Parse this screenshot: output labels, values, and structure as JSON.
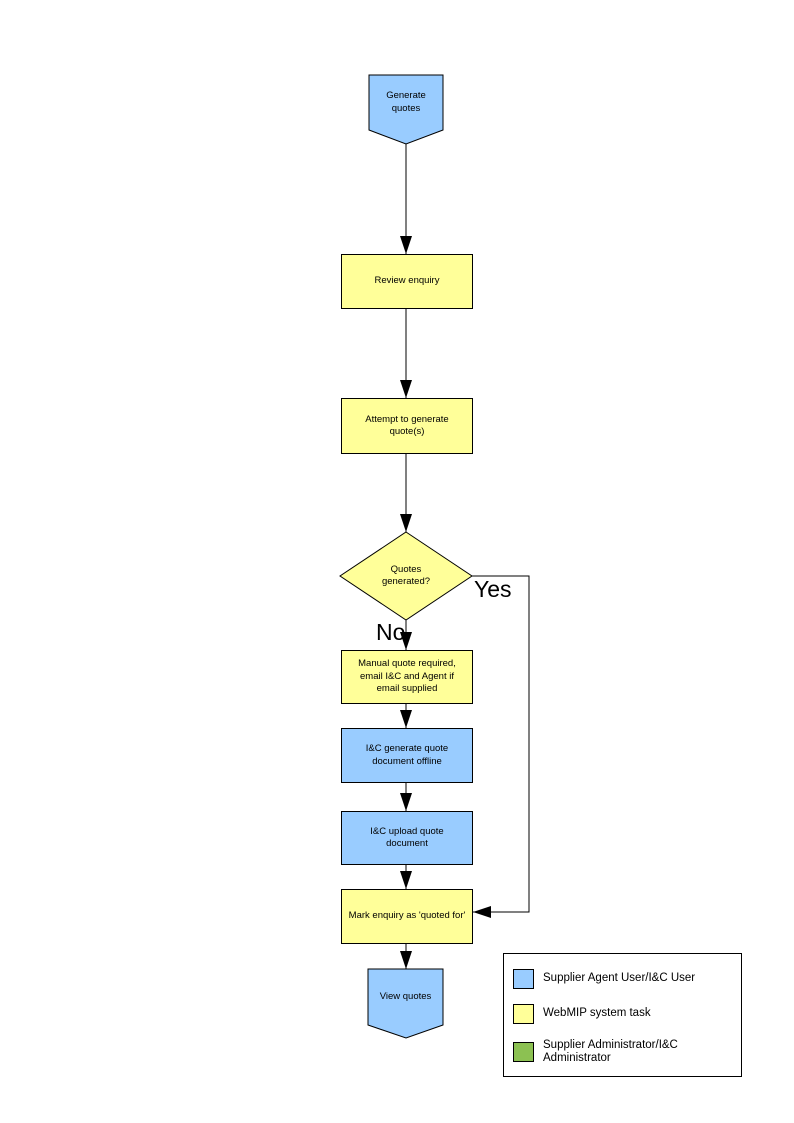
{
  "colors": {
    "actor_fill": "#99CCFF",
    "system_fill": "#FFFF99",
    "admin_fill": "#8CC152",
    "line": "#000000"
  },
  "flow": {
    "start_label": "Generate quotes",
    "review_label": "Review enquiry",
    "attempt_label": "Attempt to generate quote(s)",
    "decision_label": "Quotes generated?",
    "yes_label": "Yes",
    "no_label": "No",
    "manual_label": "Manual quote required, email I&C and Agent if email supplied",
    "offline_label": "I&C generate quote document offline",
    "upload_label": "I&C upload quote document",
    "mark_label": "Mark enquiry as 'quoted for'",
    "end_label": "View quotes"
  },
  "legend": {
    "items": [
      {
        "label": "Supplier Agent User/I&C User",
        "color": "#99CCFF"
      },
      {
        "label": "WebMIP system task",
        "color": "#FFFF99"
      },
      {
        "label": "Supplier Administrator/I&C Administrator",
        "color": "#8CC152"
      }
    ]
  }
}
